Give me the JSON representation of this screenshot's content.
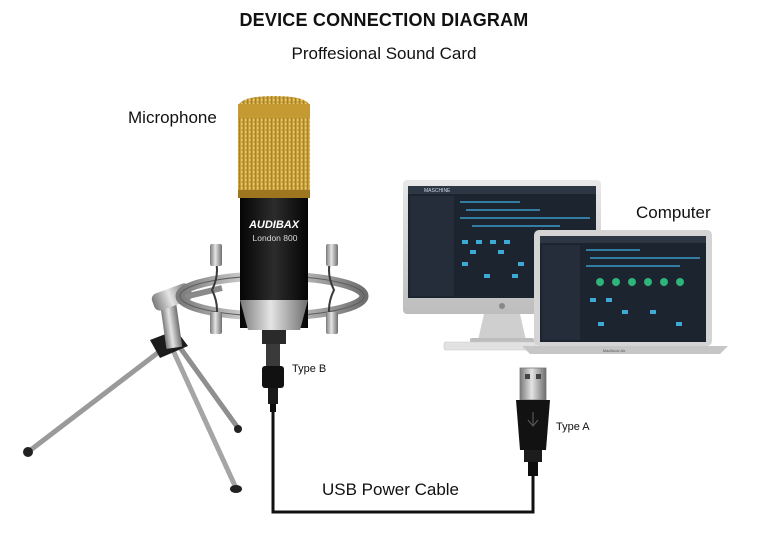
{
  "title": "DEVICE CONNECTION DIAGRAM",
  "subtitle": "Proffesional Sound Card",
  "labels": {
    "microphone": "Microphone",
    "computer": "Computer",
    "type_b": "Type B",
    "type_a": "Type A",
    "cable": "USB Power Cable"
  },
  "mic_brand": {
    "logo_text": "AUDIBAX",
    "model": "London 800"
  },
  "screen_brand": "MASCHINE",
  "laptop_brand": "MacBook Air",
  "colors": {
    "grille_gold": "#d8b04a",
    "mic_body": "#1a1a1a",
    "chrome": "#b8b8b8",
    "screen_bg": "#1c2430",
    "screen_accent": "#3fa9d6"
  }
}
